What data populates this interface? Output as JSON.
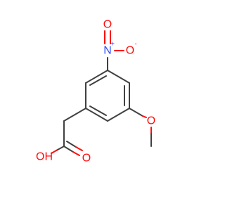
{
  "molecule": {
    "atoms": {
      "nitro_n": {
        "label": "N",
        "charge": "+",
        "color": "#3050f8"
      },
      "nitro_o_double": {
        "label": "O",
        "color": "#ff0d0d"
      },
      "nitro_o_minus": {
        "label": "O",
        "charge": "-",
        "color": "#ff0d0d"
      },
      "methoxy_o": {
        "label": "O",
        "color": "#ff0d0d"
      },
      "acid_oh": {
        "label": "OH",
        "color": "#ff0d0d"
      },
      "acid_o_double": {
        "label": "O",
        "color": "#ff0d0d"
      }
    },
    "colors": {
      "carbon_bond": "#404040",
      "oxygen": "#ff0d0d",
      "nitrogen": "#3050f8"
    }
  }
}
